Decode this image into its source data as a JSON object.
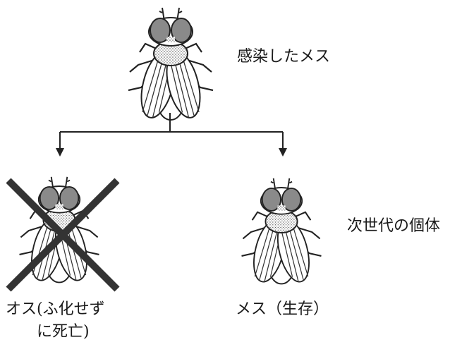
{
  "parent": {
    "label": "感染したメス"
  },
  "offspring": {
    "label": "次世代の個体"
  },
  "male": {
    "label_line1": "オス(ふ化せず",
    "label_line2": "に死亡)"
  },
  "female": {
    "label": "メス（生存）"
  }
}
